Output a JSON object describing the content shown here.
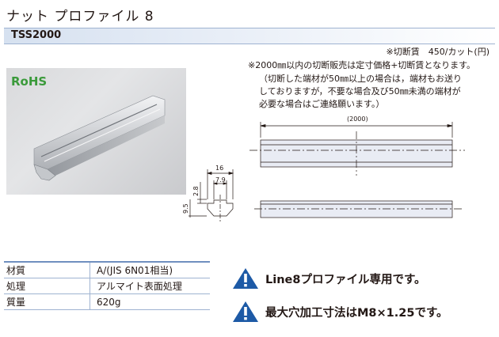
{
  "title": "ナット プロファイル 8",
  "model": "TSS2000",
  "badge": "RoHS",
  "notes": {
    "cut_fee": "※切断賃　450/カット(円)",
    "main": "※2000㎜以内の切断販売は定寸価格+切断賃となります。",
    "sub": [
      "（切断した端材が50㎜以上の場合は，端材もお送り",
      "しておりますが，不要な場合及び50㎜未満の端材が",
      "必要な場合はご連絡願います。）"
    ]
  },
  "drawing": {
    "length": "(2000)",
    "width": "16",
    "inner_width": "7.9",
    "height_top": "2.8",
    "height": "9.5"
  },
  "specs": [
    {
      "label": "材質",
      "value": "A/(JIS 6N01相当)"
    },
    {
      "label": "処理",
      "value": "アルマイト表面処理"
    },
    {
      "label": "質量",
      "value": "620g"
    }
  ],
  "warnings": [
    "Line8プロファイル専用です。",
    "最大穴加工寸法はM8×1.25です。"
  ],
  "colors": {
    "accent_blue": "#1d5aa6",
    "rohs_green": "#3a9a3a",
    "band": "#d6e1f0"
  }
}
